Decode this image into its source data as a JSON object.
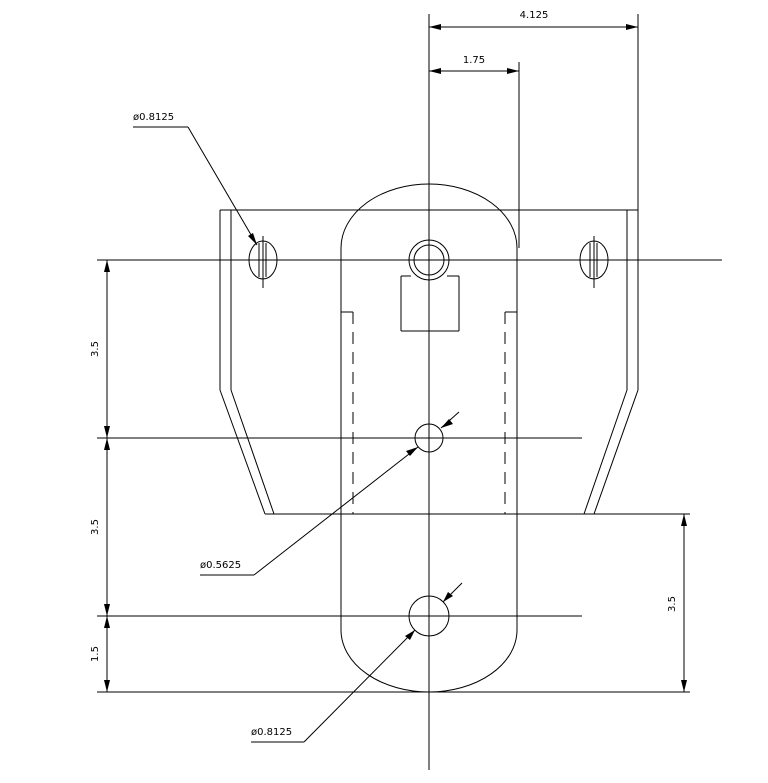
{
  "drawing": {
    "dimensions": {
      "top_overall": "4.125",
      "top_inner": "1.75",
      "left_upper": "3.5",
      "left_middle": "3.5",
      "left_lower": "1.5",
      "right_lower": "3.5"
    },
    "callouts": {
      "slot_dia": "ø0.8125",
      "mid_hole_dia": "ø0.5625",
      "bottom_hole_dia": "ø0.8125"
    }
  }
}
